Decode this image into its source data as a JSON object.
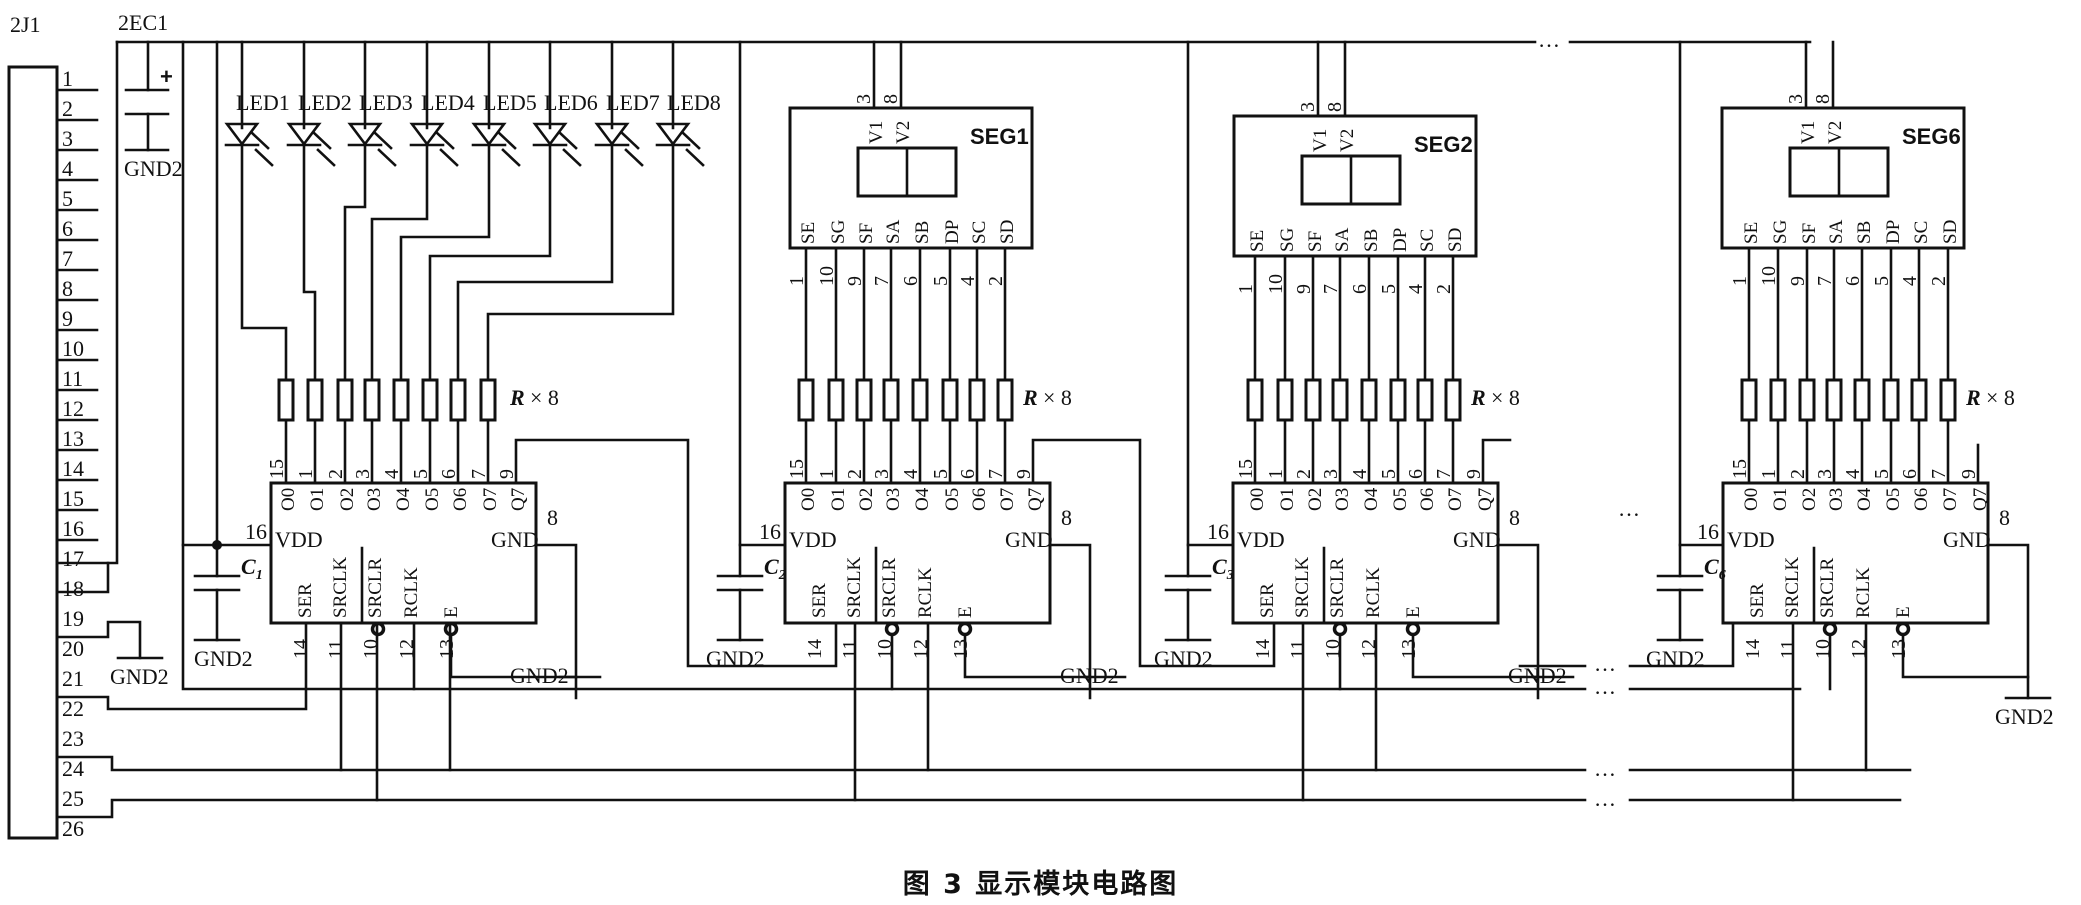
{
  "connector": {
    "label": "2J1",
    "pins": [
      "1",
      "2",
      "3",
      "4",
      "5",
      "6",
      "7",
      "8",
      "9",
      "10",
      "11",
      "12",
      "13",
      "14",
      "15",
      "16",
      "17",
      "18",
      "19",
      "20",
      "21",
      "22",
      "23",
      "24",
      "25",
      "26"
    ]
  },
  "supply_cap": {
    "label": "2EC1",
    "polarity": "+",
    "ground": "GND2"
  },
  "ground_label": "GND2",
  "leds": [
    "LED1",
    "LED2",
    "LED3",
    "LED4",
    "LED5",
    "LED6",
    "LED7",
    "LED8"
  ],
  "resistor_label_prefix": "R",
  "resistor_label_suffix": "× 8",
  "shift_register": {
    "out_pins": [
      "O0",
      "O1",
      "O2",
      "O3",
      "O4",
      "O5",
      "O6",
      "O7",
      "Q7"
    ],
    "out_pin_numbers": [
      "15",
      "1",
      "2",
      "3",
      "4",
      "5",
      "6",
      "7",
      "9"
    ],
    "vdd_label": "VDD",
    "vdd_pin": "16",
    "gnd_label": "GND",
    "gnd_pin": "8",
    "in_pins": [
      "SER",
      "SRCLK",
      "SRCLR",
      "RCLK",
      "E"
    ],
    "in_pin_numbers": [
      "14",
      "11",
      "10",
      "12",
      "13"
    ]
  },
  "segments": [
    {
      "name": "SEG1",
      "cap": "C",
      "cap_sub": "2"
    },
    {
      "name": "SEG2",
      "cap": "C",
      "cap_sub": "3"
    },
    {
      "name": "SEG6",
      "cap": "C",
      "cap_sub": "6"
    }
  ],
  "led_cap": {
    "cap": "C",
    "cap_sub": "1"
  },
  "segment_display": {
    "common_pins": [
      "V1",
      "V2"
    ],
    "common_pin_numbers": [
      "3",
      "8"
    ],
    "segment_pins": [
      "SE",
      "SG",
      "SF",
      "SA",
      "SB",
      "DP",
      "SC",
      "SD"
    ],
    "segment_pin_numbers": [
      "1",
      "10",
      "9",
      "7",
      "6",
      "5",
      "4",
      "2"
    ]
  },
  "ellipsis": "…",
  "caption": "图 3 显示模块电路图"
}
